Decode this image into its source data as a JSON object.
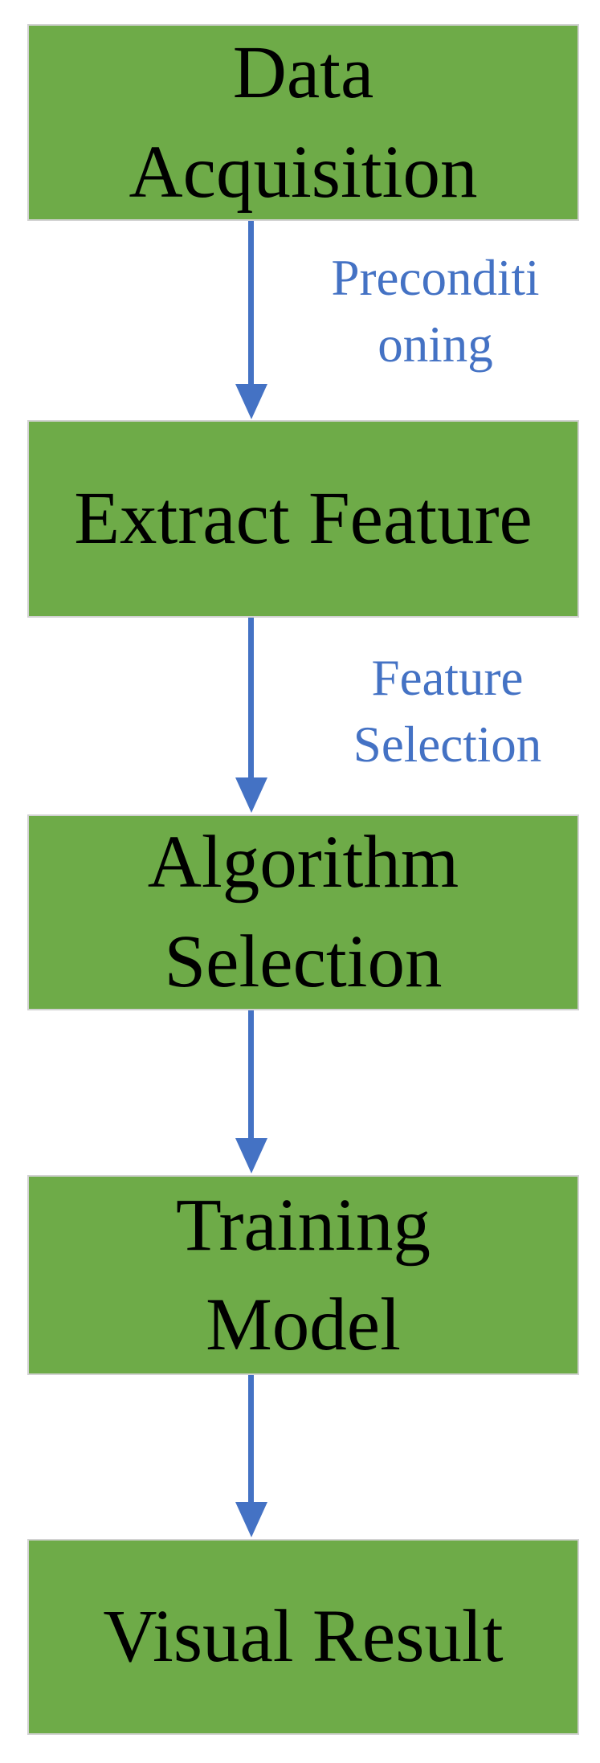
{
  "diagram": {
    "type": "flowchart",
    "direction": "top-down",
    "colors": {
      "background": "#FFFFFF",
      "box_fill": "#6EAB48",
      "box_border": "#D2D2D2",
      "box_text": "#000000",
      "arrow_color": "#4472C4",
      "label_text": "#4472C4"
    },
    "nodes": [
      {
        "id": "data-acquisition",
        "text": "Data Acquisition",
        "lines": [
          "Data",
          "Acquisition"
        ]
      },
      {
        "id": "extract-feature",
        "text": "Extract Feature",
        "lines": [
          "Extract Feature"
        ]
      },
      {
        "id": "algorithm-selection",
        "text": "Algorithm Selection",
        "lines": [
          "Algorithm",
          "Selection"
        ]
      },
      {
        "id": "training-model",
        "text": "Training Model",
        "lines": [
          "Training",
          "Model"
        ]
      },
      {
        "id": "visual-result",
        "text": "Visual Result",
        "lines": [
          "Visual Result"
        ]
      }
    ],
    "edges": [
      {
        "from": "data-acquisition",
        "to": "extract-feature",
        "label": "Preconditioning",
        "label_lines": [
          "Preconditi",
          "oning"
        ]
      },
      {
        "from": "extract-feature",
        "to": "algorithm-selection",
        "label": "Feature Selection",
        "label_lines": [
          "Feature",
          "Selection"
        ]
      },
      {
        "from": "algorithm-selection",
        "to": "training-model",
        "label": "",
        "label_lines": []
      },
      {
        "from": "training-model",
        "to": "visual-result",
        "label": "",
        "label_lines": []
      }
    ]
  }
}
